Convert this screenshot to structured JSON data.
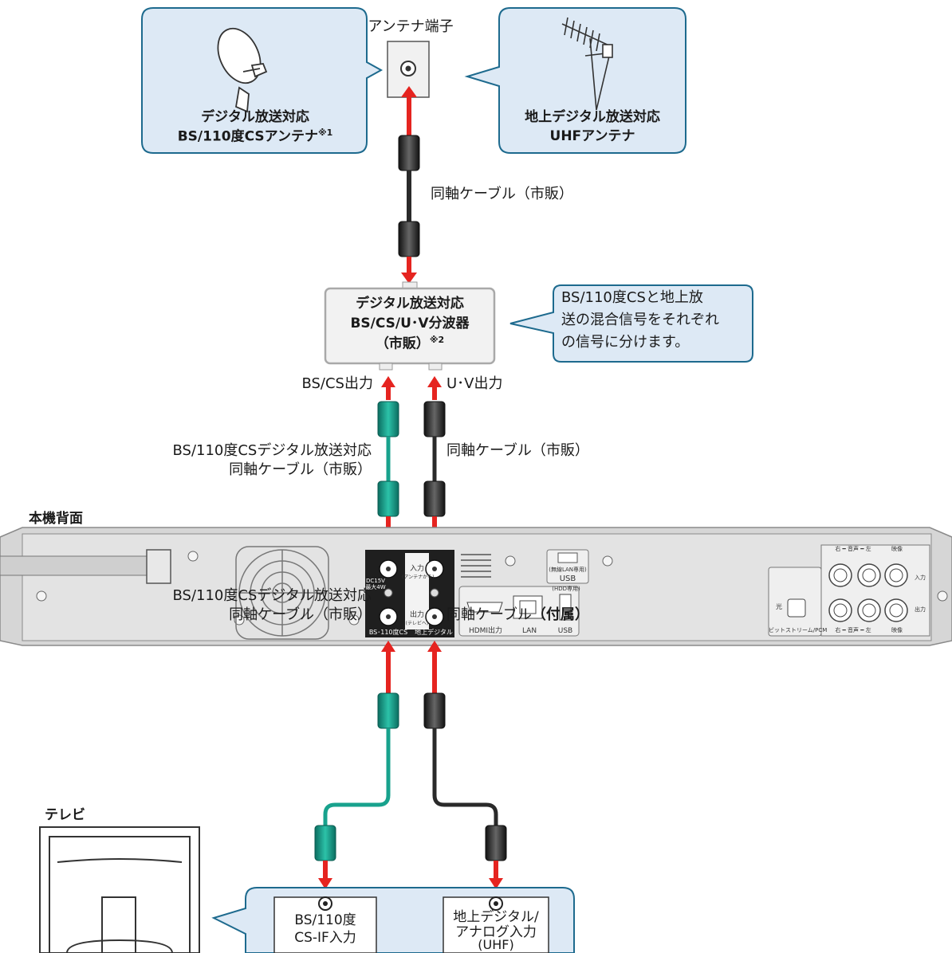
{
  "colors": {
    "arrow": "#e52420",
    "teal_cable": "#18a28d",
    "black_cable": "#2a2a2a",
    "callout_fill": "#dde9f5",
    "callout_stroke": "#1d6a8e"
  },
  "antenna_terminal": {
    "label": "アンテナ端子"
  },
  "bs_antenna": {
    "icon": "satellite-dish-icon",
    "line1": "デジタル放送対応",
    "line2": "BS/110度CSアンテナ",
    "note": "※1"
  },
  "uhf_antenna": {
    "icon": "uhf-antenna-icon",
    "line1": "地上デジタル放送対応",
    "line2": "UHFアンテナ"
  },
  "cable_top": {
    "label": "同軸ケーブル（市販）"
  },
  "splitter": {
    "line1": "デジタル放送対応",
    "line2": "BS/CS/U･V分波器",
    "line3": "（市販）",
    "note": "※2"
  },
  "splitter_note": {
    "line1": "BS/110度CSと地上放",
    "line2": "送の混合信号をそれぞれ",
    "line3": "の信号に分けます。"
  },
  "outputs": {
    "bs_cs": "BS/CS出力",
    "uv": "U･V出力"
  },
  "cable_mid_left": {
    "line1": "BS/110度CSデジタル放送対応",
    "line2": "同軸ケーブル（市販）"
  },
  "cable_mid_right": {
    "label": "同軸ケーブル（市販）"
  },
  "device": {
    "label": "本機背面",
    "panel": {
      "dc": "DC15V",
      "dc_sub": "最大4W",
      "input": "入力",
      "input_sub": "(アンテナから)",
      "output": "出力",
      "output_sub": "(テレビへ)",
      "bottom_left": "BS･110度CS",
      "bottom_right": "地上デジタル"
    },
    "ports": {
      "hdmi": "HDMI出力",
      "lan": "LAN",
      "usb": "USB",
      "usb_top": "USB",
      "usb_top_sub": "(無線LAN専用)",
      "usb_hdd": "(HDD専用)"
    },
    "optical": {
      "light": "光",
      "label": "ビットストリーム/PCM"
    },
    "av": {
      "top": "右 ━ 音声 ━ 左",
      "video": "映像",
      "in": "入力",
      "out": "出力",
      "bottom": "右 ━ 音声 ━ 左",
      "video2": "映像"
    }
  },
  "cable_bottom_left": {
    "line1": "BS/110度CSデジタル放送対応",
    "line2": "同軸ケーブル（市販）"
  },
  "cable_bottom_right": {
    "text": "同軸ケーブル",
    "bold": "（付属）"
  },
  "tv": {
    "label": "テレビ",
    "icon": "tv-back-icon"
  },
  "tv_inputs": {
    "bs": {
      "line1": "BS/110度",
      "line2": "CS-IF入力"
    },
    "uv": {
      "line1": "地上デジタル/",
      "line2": "アナログ入力",
      "line3": "(UHF)"
    }
  }
}
